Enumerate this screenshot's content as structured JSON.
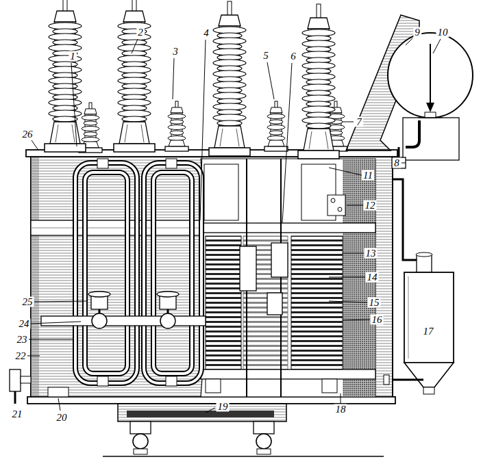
{
  "diagram": {
    "labels": [
      "1",
      "2",
      "3",
      "4",
      "5",
      "6",
      "7",
      "8",
      "9",
      "10",
      "11",
      "12",
      "13",
      "14",
      "15",
      "16",
      "17",
      "18",
      "19",
      "20",
      "21",
      "22",
      "23",
      "24",
      "25",
      "26"
    ]
  }
}
